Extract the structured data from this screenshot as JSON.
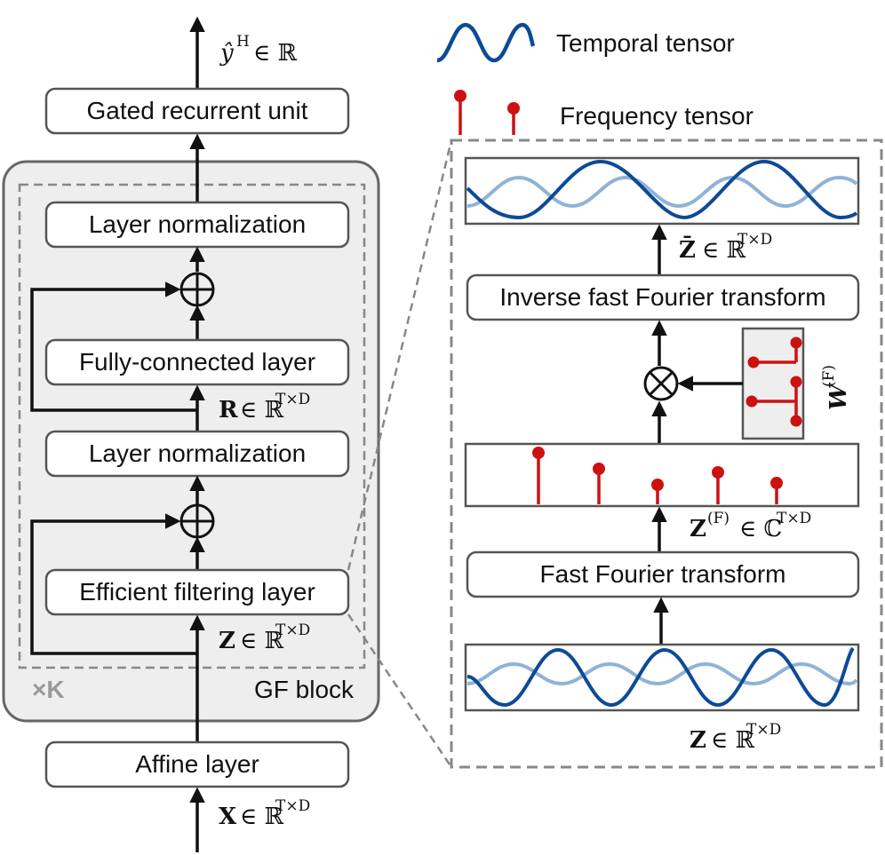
{
  "left": {
    "output_label": "ŷ",
    "output_sup": "H",
    "output_set": "∈ ℝ",
    "gru_label": "Gated recurrent unit",
    "gf_block_label": "GF block",
    "repeat_label": "×K",
    "layer_norm_top": "Layer normalization",
    "fc_layer": "Fully-connected layer",
    "r_label": "R",
    "r_set": "∈ ℝ",
    "r_sup": "T×D",
    "layer_norm_bottom": "Layer normalization",
    "eff_filter": "Efficient filtering layer",
    "z_label": "Z",
    "z_set": "∈ ℝ",
    "z_sup": "T×D",
    "affine": "Affine layer",
    "x_label": "X",
    "x_set": "∈ ℝ",
    "x_sup": "T×D"
  },
  "legend": {
    "temporal": "Temporal tensor",
    "frequency": "Frequency tensor"
  },
  "right": {
    "zbar_label": "Z̄",
    "zbar_set": "∈ ℝ",
    "zbar_sup": "T×D",
    "ifft": "Inverse fast Fourier transform",
    "w_label": "W",
    "w_sup": "(F)",
    "zf_label": "Z",
    "zf_sup": "(F)",
    "zf_set": "∈ ℂ",
    "zf_sup2": "T×D",
    "fft": "Fast Fourier transform",
    "z_label": "Z",
    "z_set": "∈ ℝ",
    "z_sup": "T×D"
  },
  "colors": {
    "temporal_dark": "#0d4a96",
    "temporal_light": "#8fb3d6",
    "frequency": "#cc1111",
    "block_fill": "#eeeeee",
    "block_stroke": "#666666"
  }
}
